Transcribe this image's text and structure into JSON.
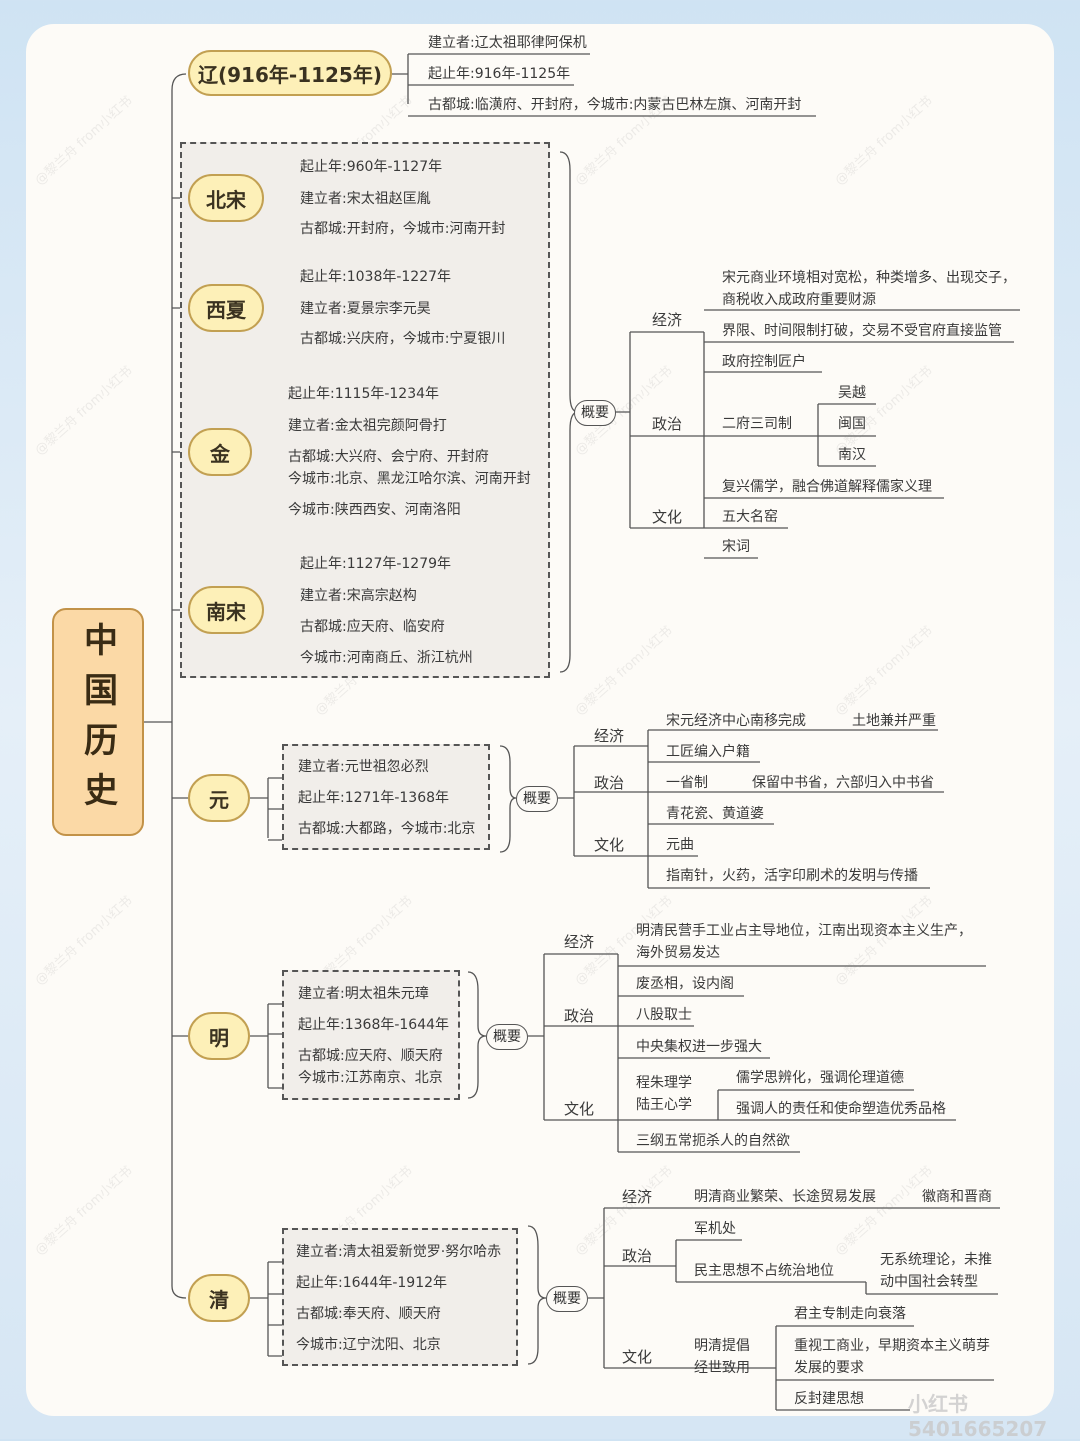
{
  "root": "中国历史",
  "liao": {
    "name": "辽(916年-1125年)",
    "items": [
      "建立者:辽太祖耶律阿保机",
      "起止年:916年-1125年",
      "古都城:临潢府、开封府，今城市:内蒙古巴林左旗、河南开封"
    ]
  },
  "song": {
    "dynasties": [
      {
        "name": "北宋",
        "items": [
          "起止年:960年-1127年",
          "建立者:宋太祖赵匡胤",
          "古都城:开封府，今城市:河南开封"
        ]
      },
      {
        "name": "西夏",
        "items": [
          "起止年:1038年-1227年",
          "建立者:夏景宗李元昊",
          "古都城:兴庆府，今城市:宁夏银川"
        ]
      },
      {
        "name": "金",
        "items": [
          "起止年:1115年-1234年",
          "建立者:金太祖完颜阿骨打",
          "古都城:大兴府、会宁府、开封府",
          "今城市:北京、黑龙江哈尔滨、河南开封",
          "今城市:陕西西安、河南洛阳"
        ]
      },
      {
        "name": "南宋",
        "items": [
          "起止年:1127年-1279年",
          "建立者:宋高宗赵构",
          "古都城:应天府、临安府",
          "今城市:河南商丘、浙江杭州"
        ]
      }
    ],
    "summary": "概要",
    "econ": {
      "label": "经济",
      "items": [
        "宋元商业环境相对宽松，种类增多、出现交子，",
        "商税收入成政府重要财源",
        "界限、时间限制打破，交易不受官府直接监管",
        "政府控制匠户"
      ]
    },
    "pol": {
      "label": "政治",
      "sub": "二府三司制",
      "items": [
        "吴越",
        "闽国",
        "南汉"
      ]
    },
    "cul": {
      "label": "文化",
      "items": [
        "复兴儒学，融合佛道解释儒家义理",
        "五大名窑",
        "宋词"
      ]
    }
  },
  "yuan": {
    "name": "元",
    "items": [
      "建立者:元世祖忽必烈",
      "起止年:1271年-1368年",
      "古都城:大都路，今城市:北京"
    ],
    "summary": "概要",
    "econ": {
      "label": "经济",
      "items": [
        "宋元经济中心南移完成",
        "土地兼并严重",
        "工匠编入户籍"
      ]
    },
    "pol": {
      "label": "政治",
      "items": [
        "一省制",
        "保留中书省，六部归入中书省"
      ]
    },
    "cul": {
      "label": "文化",
      "items": [
        "青花瓷、黄道婆",
        "元曲",
        "指南针，火药，活字印刷术的发明与传播"
      ]
    }
  },
  "ming": {
    "name": "明",
    "items": [
      "建立者:明太祖朱元璋",
      "起止年:1368年-1644年",
      "古都城:应天府、顺天府",
      "今城市:江苏南京、北京"
    ],
    "summary": "概要",
    "econ": {
      "label": "经济",
      "items": [
        "明清民营手工业占主导地位，江南出现资本主义生产，",
        "海外贸易发达"
      ]
    },
    "pol": {
      "label": "政治",
      "items": [
        "废丞相，设内阁",
        "八股取士",
        "中央集权进一步强大"
      ]
    },
    "cul": {
      "label": "文化",
      "items": [
        "程朱理学",
        "陆王心学",
        "儒学思辨化，强调伦理道德",
        "强调人的责任和使命塑造优秀品格",
        "三纲五常扼杀人的自然欲"
      ]
    }
  },
  "qing": {
    "name": "清",
    "items": [
      "建立者:清太祖爱新觉罗·努尔哈赤",
      "起止年:1644年-1912年",
      "古都城:奉天府、顺天府",
      "今城市:辽宁沈阳、北京"
    ],
    "summary": "概要",
    "econ": {
      "label": "经济",
      "items": [
        "明清商业繁荣、长途贸易发展",
        "徽商和晋商"
      ]
    },
    "pol": {
      "label": "政治",
      "items": [
        "军机处",
        "民主思想不占统治地位",
        "无系统理论，未推",
        "动中国社会转型"
      ]
    },
    "cul": {
      "label": "文化",
      "items": [
        "明清提倡",
        "经世致用",
        "君主专制走向衰落",
        "重视工商业，早期资本主义萌芽",
        "发展的要求",
        "反封建思想"
      ]
    }
  },
  "watermark": "@黎兰舟 from小红书",
  "footer": "小红书 5401665207"
}
